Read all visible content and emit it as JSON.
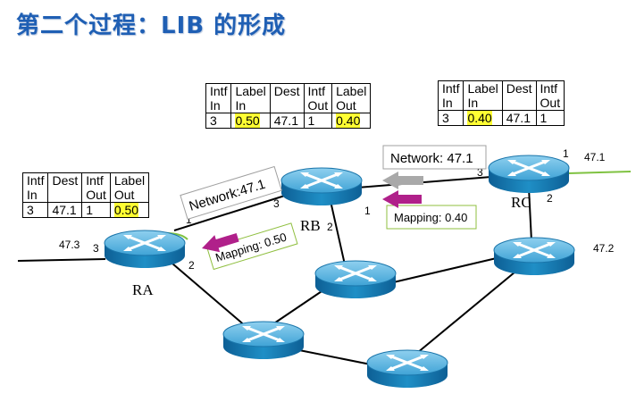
{
  "title": "第二个过程：LIB 的形成",
  "tables": {
    "rb": {
      "headers": [
        "Intf\nIn",
        "Label\nIn",
        "Dest",
        "Intf\nOut",
        "Label\nOut"
      ],
      "row": [
        "3",
        "0.50",
        "47.1",
        "1",
        "0.40"
      ]
    },
    "rc": {
      "headers": [
        "Intf\nIn",
        "Label\nIn",
        "Dest",
        "Intf\nOut"
      ],
      "row": [
        "3",
        "0.40",
        "47.1",
        "1"
      ]
    },
    "ra": {
      "headers": [
        "Intf\nIn",
        "Dest",
        "Intf\nOut",
        "Label\nOut"
      ],
      "row": [
        "3",
        "47.1",
        "1",
        "0.50"
      ]
    }
  },
  "routers": {
    "ra": "RA",
    "rb": "RB",
    "rc": "RC"
  },
  "interfaces": {
    "ra_in": "3",
    "ra_out": "2",
    "ra_top": "1",
    "rb_left": "3",
    "rb_right": "1",
    "rb_bottom": "2",
    "rc_left": "3",
    "rc_top": "1",
    "rc_bottom": "2"
  },
  "networks": {
    "ra_net": "47.3",
    "rc_net": "47.1",
    "right_net": "47.2"
  },
  "messages": {
    "network_rb": "Network:47.1",
    "network_rc": "Network: 47.1",
    "mapping_rb": "Mapping: 0.50",
    "mapping_rc": "Mapping: 0.40"
  },
  "colors": {
    "title": "#1f5fb4",
    "router": "#1f8fc6",
    "highlight": "#ffff33",
    "arrow_mapping": "#b0208a",
    "arrow_network": "#a9a9a9",
    "link_green": "#7fc241"
  }
}
